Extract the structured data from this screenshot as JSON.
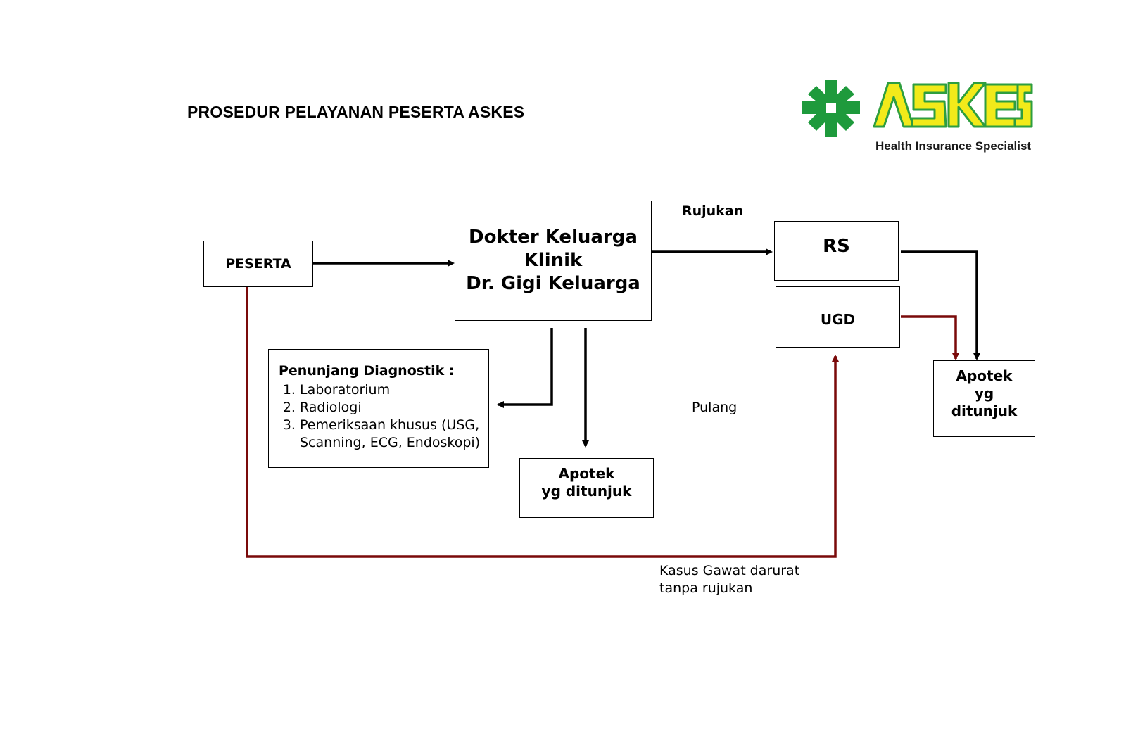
{
  "title": "PROSEDUR PELAYANAN PESERTA ASKES",
  "logo": {
    "wordmark": "ASKES",
    "tagline": "Health Insurance Specialist",
    "colors": {
      "cross_green": "#1e9a3c",
      "word_yellow": "#f2ea1a",
      "word_outline": "#2e9e3f"
    }
  },
  "nodes": {
    "peserta": "PESERTA",
    "dokter": {
      "line1": "Dokter Keluarga",
      "line2": "Klinik",
      "line3": "Dr. Gigi Keluarga"
    },
    "rs": "RS",
    "ugd": "UGD",
    "apotek_bottom": {
      "line1": "Apotek",
      "line2": "yg ditunjuk"
    },
    "apotek_right": {
      "line1": "Apotek",
      "line2": "yg",
      "line3": "ditunjuk"
    }
  },
  "penunjang": {
    "heading": "Penunjang Diagnostik :",
    "items": [
      "Laboratorium",
      "Radiologi",
      "Pemeriksaan khusus (USG, Scanning, ECG, Endoskopi)"
    ]
  },
  "labels": {
    "rujukan": "Rujukan",
    "pulang": "Pulang",
    "gawat_line1": "Kasus Gawat darurat",
    "gawat_line2": "tanpa rujukan"
  },
  "colors": {
    "arrow_black": "#000000",
    "arrow_red": "#7a0a0a"
  }
}
